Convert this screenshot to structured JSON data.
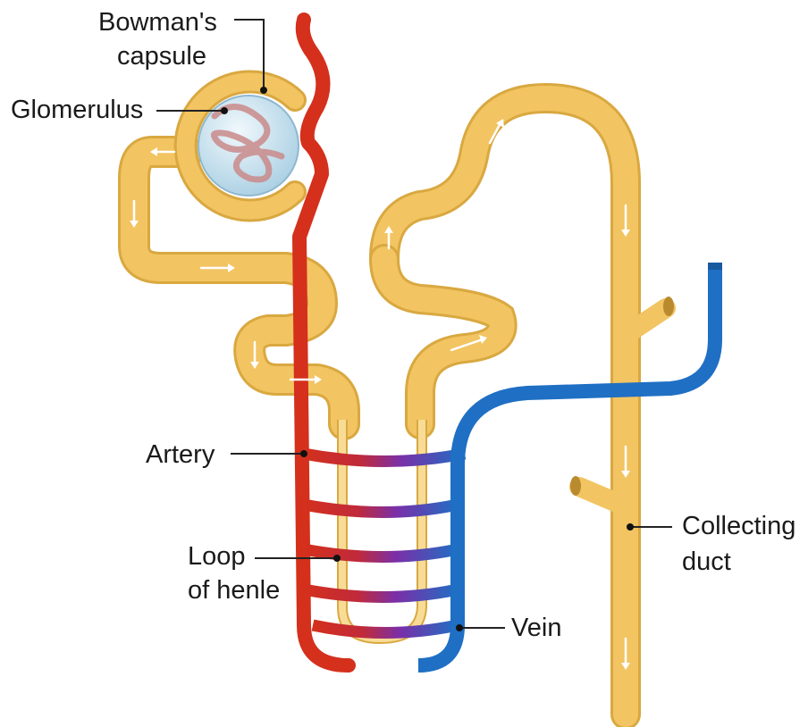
{
  "labels": {
    "bowmans_line1": "Bowman's",
    "bowmans_line2": "capsule",
    "glomerulus": "Glomerulus",
    "artery": "Artery",
    "loop_line1": "Loop",
    "loop_line2": "of henle",
    "vein": "Vein",
    "collecting_line1": "Collecting",
    "collecting_line2": "duct"
  },
  "colors": {
    "tubule": "#f2c462",
    "tubule_dark": "#d9a840",
    "artery": "#d4301c",
    "vein": "#1f6fc4",
    "capillary_mix": "#7a2fa8",
    "glomerulus_ball": "#cfe7f3"
  }
}
